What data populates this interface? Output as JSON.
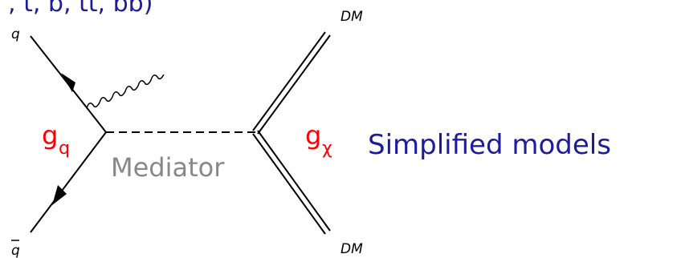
{
  "header": {
    "partial_text": ", t, b, tt, bb)"
  },
  "particles": {
    "quark_in": "q",
    "antiquark": "q",
    "dm_top": "DM",
    "dm_bottom": "DM"
  },
  "couplings": {
    "quark_base": "g",
    "quark_sub": "q",
    "dm_base": "g",
    "dm_sub": "χ"
  },
  "propagator": {
    "label": "Mediator"
  },
  "caption": {
    "text": "Simplified models"
  },
  "colors": {
    "coupling": "#ff0000",
    "caption": "#1c1c9c",
    "mediator": "#888888",
    "lines": "#000000"
  }
}
